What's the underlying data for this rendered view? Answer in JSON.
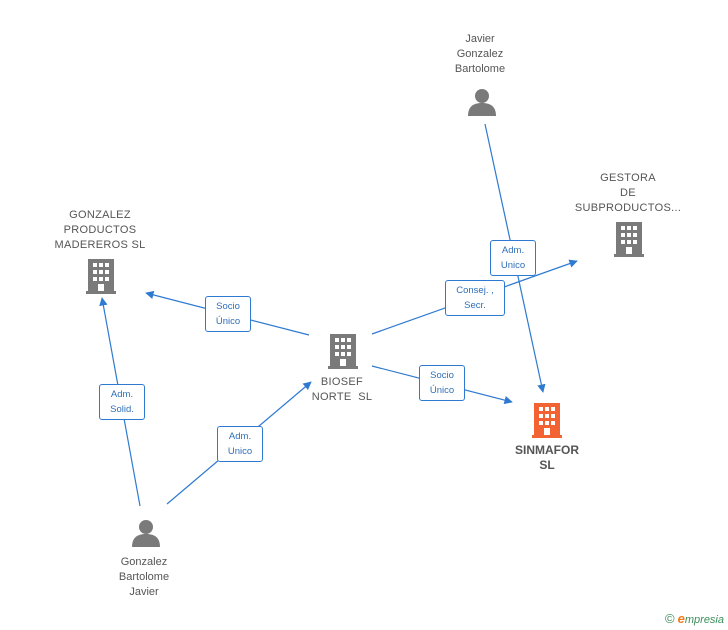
{
  "nodes": {
    "javier_gonzalez_bartolome": {
      "lines": [
        "Javier",
        "Gonzalez",
        "Bartolome"
      ]
    },
    "gestora": {
      "lines": [
        "GESTORA",
        "DE",
        "SUBPRODUCTOS..."
      ]
    },
    "gonzalez_productos": {
      "lines": [
        "GONZALEZ",
        "PRODUCTOS",
        "MADEREROS SL"
      ]
    },
    "biosef": {
      "lines": [
        "BIOSEF",
        "NORTE  SL"
      ]
    },
    "sinmafor": {
      "lines": [
        "SINMAFOR",
        "SL"
      ]
    },
    "gonzalez_bartolome_javier": {
      "lines": [
        "Gonzalez",
        "Bartolome",
        "Javier"
      ]
    }
  },
  "edges": {
    "biosef_to_gonzalez_productos": {
      "lines": [
        "Socio",
        "Único"
      ]
    },
    "javier_to_sinmafor": {
      "lines": [
        "Adm.",
        "Unico"
      ]
    },
    "biosef_to_gestora": {
      "lines": [
        "Consej. ,",
        "Secr."
      ]
    },
    "biosef_to_sinmafor": {
      "lines": [
        "Socio",
        "Único"
      ]
    },
    "gbj_to_gonzalez_productos": {
      "lines": [
        "Adm.",
        "Solid."
      ]
    },
    "gbj_to_biosef": {
      "lines": [
        "Adm.",
        "Unico"
      ]
    }
  },
  "colors": {
    "edge": "#2f7ad1",
    "icon": "#7a7a7a",
    "focus_icon": "#f26232",
    "label_text": "#555555"
  },
  "icons": {
    "person": "person-icon",
    "company": "building-icon"
  },
  "footer": {
    "copyright": "©",
    "brand_first": "e",
    "brand_rest": "mpresia"
  }
}
